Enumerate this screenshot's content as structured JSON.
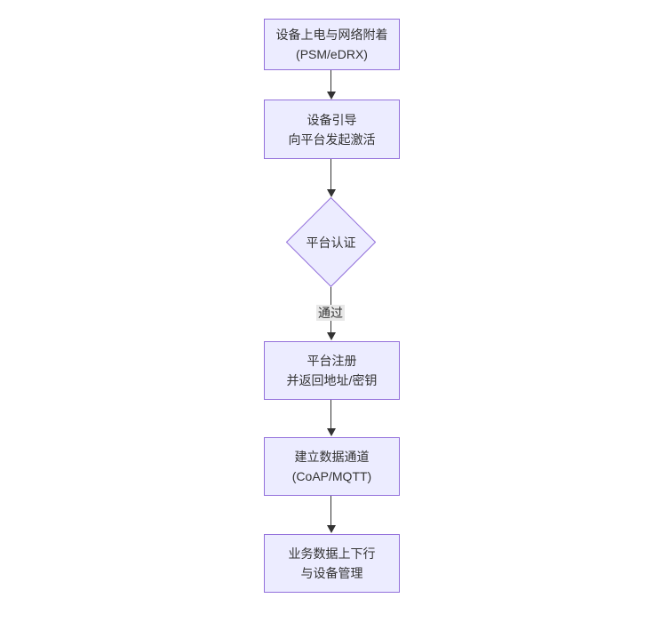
{
  "colors": {
    "background": "#ffffff",
    "node_fill": "#ececff",
    "node_border": "#9370db",
    "text": "#333333",
    "arrow": "#333333",
    "edge_label_bg": "#e8e8e8"
  },
  "flowchart": {
    "nodes": [
      {
        "id": "power-attach",
        "shape": "rect",
        "lines": [
          "设备上电与网络附着",
          "(PSM/eDRX)"
        ]
      },
      {
        "id": "boot-activate",
        "shape": "rect",
        "lines": [
          "设备引导",
          "向平台发起激活"
        ]
      },
      {
        "id": "platform-auth",
        "shape": "diamond",
        "lines": [
          "平台认证"
        ]
      },
      {
        "id": "platform-register",
        "shape": "rect",
        "lines": [
          "平台注册",
          "并返回地址/密钥"
        ]
      },
      {
        "id": "data-channel",
        "shape": "rect",
        "lines": [
          "建立数据通道",
          "(CoAP/MQTT)"
        ]
      },
      {
        "id": "business-mgmt",
        "shape": "rect",
        "lines": [
          "业务数据上下行",
          "与设备管理"
        ]
      }
    ],
    "edge_label": "通过"
  }
}
